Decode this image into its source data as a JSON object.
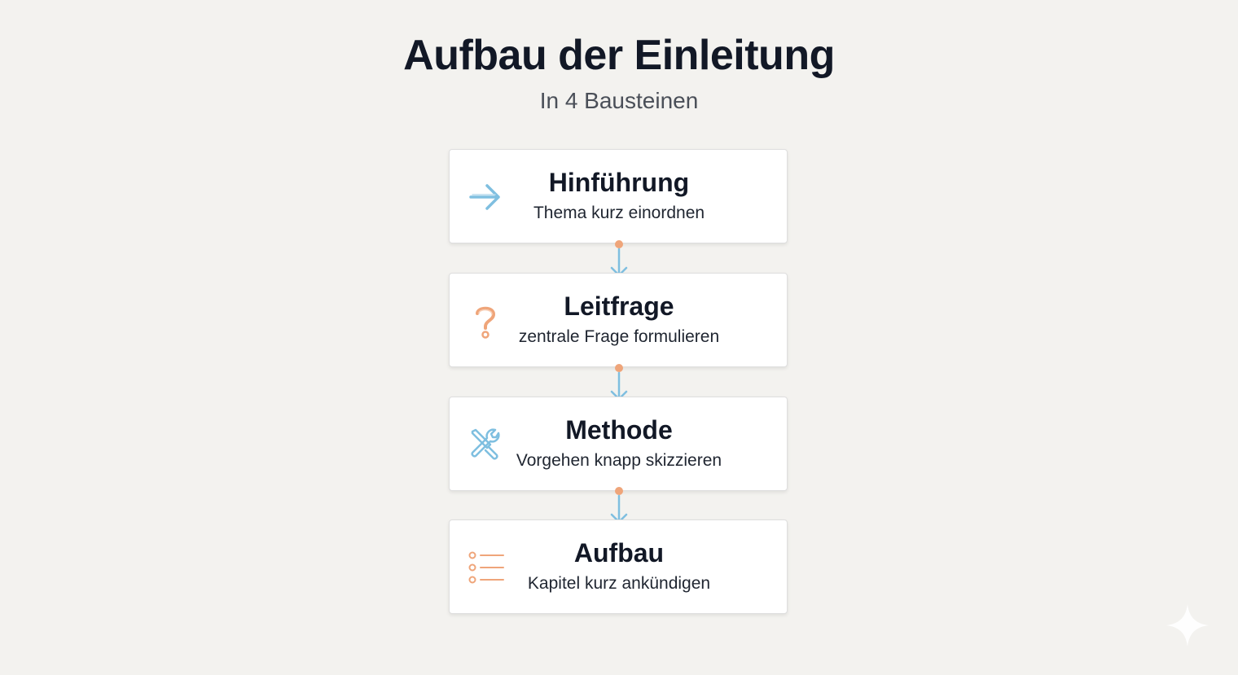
{
  "header": {
    "title": "Aufbau der Einleitung",
    "subtitle": "In 4 Bausteinen"
  },
  "steps": [
    {
      "title": "Hinführung",
      "description": "Thema kurz einordnen",
      "icon": "arrow-right-icon",
      "icon_color": "#7fbfe0"
    },
    {
      "title": "Leitfrage",
      "description": "zentrale Frage formulieren",
      "icon": "question-mark-icon",
      "icon_color": "#efa57a"
    },
    {
      "title": "Methode",
      "description": "Vorgehen knapp skizzieren",
      "icon": "tools-icon",
      "icon_color": "#7fbfe0"
    },
    {
      "title": "Aufbau",
      "description": "Kapitel kurz ankündigen",
      "icon": "list-icon",
      "icon_color": "#efa57a"
    }
  ],
  "colors": {
    "background": "#f3f2ef",
    "connector_dot": "#efa57a",
    "connector_arrow": "#7fbfe0"
  }
}
